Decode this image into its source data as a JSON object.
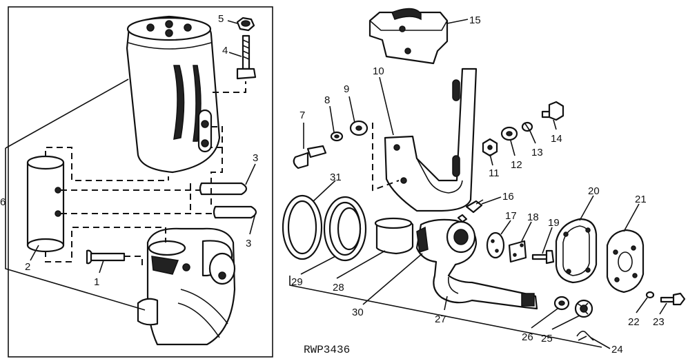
{
  "drawing_code": "RWP3436",
  "callouts": [
    "1",
    "2",
    "3",
    "3",
    "4",
    "5",
    "6",
    "7",
    "8",
    "9",
    "10",
    "11",
    "12",
    "13",
    "14",
    "15",
    "16",
    "17",
    "18",
    "19",
    "20",
    "21",
    "22",
    "23",
    "24",
    "25",
    "26",
    "27",
    "28",
    "29",
    "30",
    "31"
  ],
  "colors": {
    "ink": "#111111",
    "paper": "#ffffff"
  }
}
